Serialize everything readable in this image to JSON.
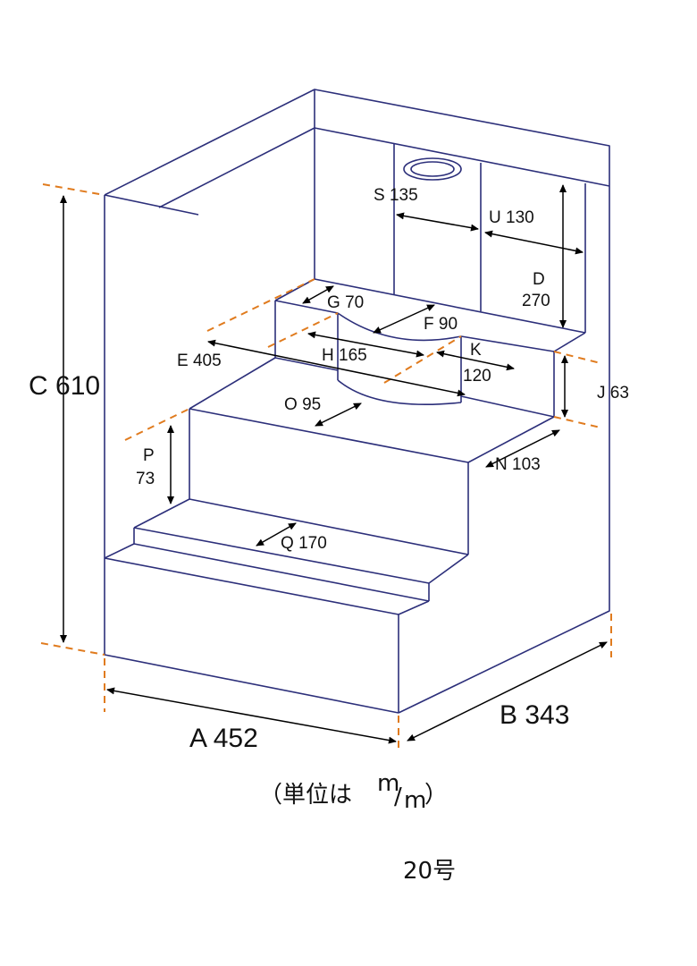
{
  "dimensions": {
    "A": {
      "letter": "A",
      "value": "452"
    },
    "B": {
      "letter": "B",
      "value": "343"
    },
    "C": {
      "letter": "C",
      "value": "610"
    },
    "D": {
      "letter": "D",
      "value": "270"
    },
    "E": {
      "letter": "E",
      "value": "405"
    },
    "F": {
      "letter": "F",
      "value": "90"
    },
    "G": {
      "letter": "G",
      "value": "70"
    },
    "H": {
      "letter": "H",
      "value": "165"
    },
    "J": {
      "letter": "J",
      "value": "63"
    },
    "K": {
      "letter": "K",
      "value": "120"
    },
    "N": {
      "letter": "N",
      "value": "103"
    },
    "O": {
      "letter": "O",
      "value": "95"
    },
    "P": {
      "letter": "P",
      "value": "73"
    },
    "Q": {
      "letter": "Q",
      "value": "170"
    },
    "S": {
      "letter": "S",
      "value": "135"
    },
    "U": {
      "letter": "U",
      "value": "130"
    }
  },
  "units": {
    "prefix": "（単位は ",
    "num": "m",
    "slash": "/",
    "den": "m",
    "suffix": "）"
  },
  "model": "20号",
  "colors": {
    "edge": "#2c2f7a",
    "extension": "#e07b1e",
    "dimension": "#000000"
  }
}
